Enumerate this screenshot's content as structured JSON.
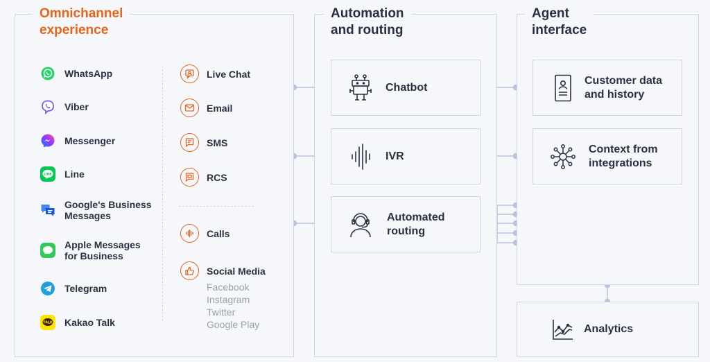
{
  "panels": {
    "omnichannel_title": "Omnichannel\nexperience",
    "automation_title": "Automation\nand routing",
    "agent_title": "Agent\ninterface"
  },
  "channels_left": [
    {
      "label": "WhatsApp",
      "icon": "whatsapp-icon",
      "color": "#25d366"
    },
    {
      "label": "Viber",
      "icon": "viber-icon",
      "color": "#7360f2"
    },
    {
      "label": "Messenger",
      "icon": "messenger-icon",
      "color": "#a334fa"
    },
    {
      "label": "Line",
      "icon": "line-icon",
      "color": "#06c755"
    },
    {
      "label": "Google's Business\nMessages",
      "icon": "google-business-messages-icon",
      "color": "#4285f4"
    },
    {
      "label": "Apple Messages\nfor Business",
      "icon": "apple-messages-icon",
      "color": "#34c759"
    },
    {
      "label": "Telegram",
      "icon": "telegram-icon",
      "color": "#229ed9"
    },
    {
      "label": "Kakao Talk",
      "icon": "kakao-talk-icon",
      "color": "#fee500"
    }
  ],
  "channels_right": [
    {
      "label": "Live Chat",
      "icon": "live-chat-icon"
    },
    {
      "label": "Email",
      "icon": "email-icon"
    },
    {
      "label": "SMS",
      "icon": "sms-icon"
    },
    {
      "label": "RCS",
      "icon": "rcs-icon"
    },
    {
      "label": "Calls",
      "icon": "calls-icon"
    },
    {
      "label": "Social Media",
      "icon": "social-media-icon"
    }
  ],
  "social_media_list": [
    "Facebook",
    "Instagram",
    "Twitter",
    "Google Play"
  ],
  "automation_boxes": [
    {
      "label": "Chatbot",
      "icon": "robot-icon"
    },
    {
      "label": "IVR",
      "icon": "soundwave-icon"
    },
    {
      "label": "Automated\nrouting",
      "icon": "headset-agent-icon"
    }
  ],
  "agent_boxes": [
    {
      "label": "Customer data\nand history",
      "icon": "id-card-icon"
    },
    {
      "label": "Context from\nintegrations",
      "icon": "network-icon"
    }
  ],
  "analytics": {
    "label": "Analytics",
    "icon": "analytics-chart-icon"
  },
  "colors": {
    "accent": "#e8641b",
    "line": "#b9c2dc",
    "border": "#cfd5e6",
    "text": "#2b3040"
  }
}
